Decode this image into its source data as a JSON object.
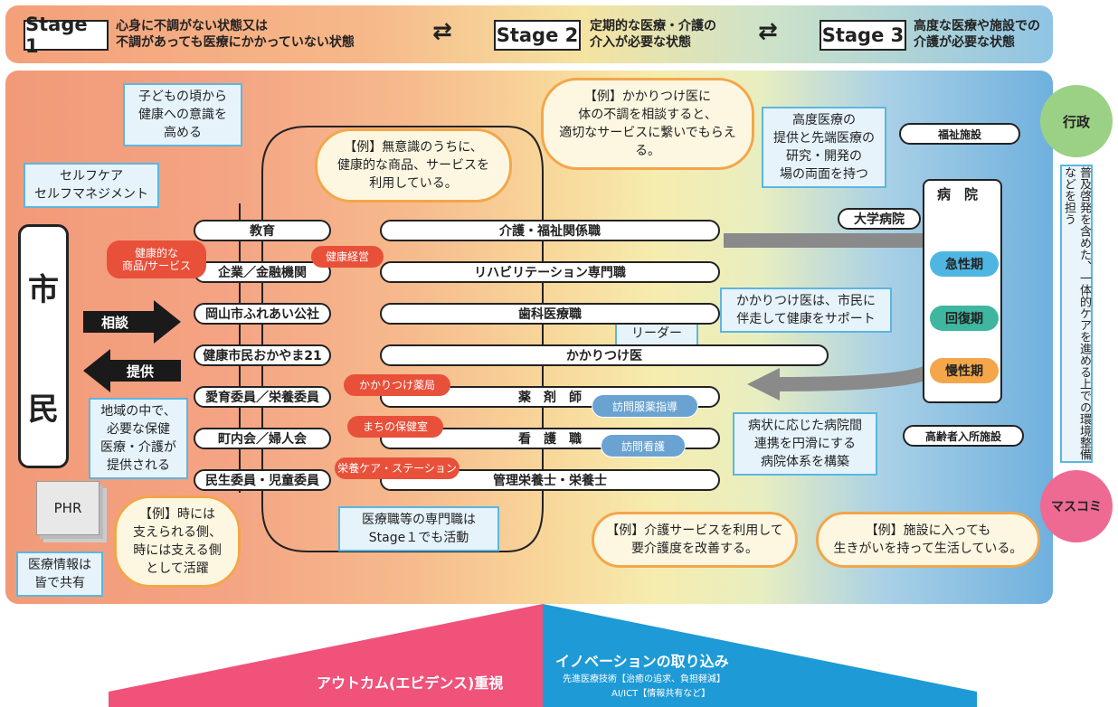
{
  "stages": [
    {
      "label": "Stage 1",
      "desc1": "心身に不調がない状態又は",
      "desc2": "不調があっても医療にかかっていない状態"
    },
    {
      "label": "Stage 2",
      "desc1": "定期的な医療・介護の",
      "desc2": "介入が必要な状態"
    },
    {
      "label": "Stage 3",
      "desc1": "高度な医療や施設での",
      "desc2": "介護が必要な状態"
    }
  ],
  "swap_glyph": "⇄",
  "citizen": {
    "char1": "市",
    "char2": "民"
  },
  "arrows": {
    "consult": "相談",
    "provide": "提供"
  },
  "callouts": {
    "childhood": "子どもの頃から\n健康への意識を\n高める",
    "selfcare1": "セルフケア",
    "selfcare2": "セルフマネジメント",
    "community": "地域の中で、\n必要な保健\n医療・介護が\n提供される",
    "phr_share": "医療情報は\n皆で共有",
    "professionals": "医療職等の専門職は\nStage１でも活動",
    "university": "高度医療の\n提供と先端医療の\n研究・開発の\n場の両面を持つ",
    "family_doctor": "かかりつけ医は、市民に\n伴走して健康をサポート",
    "leader": "リーダー",
    "hospital_link": "病状に応じた病院間\n連携を円滑にする\n病院体系を構築"
  },
  "clouds": {
    "unconscious": "【例】無意識のうちに、\n健康的な商品、サービスを\n利用している。",
    "consult": "【例】かかりつけ医に\n体の不調を相談すると、\n適切なサービスに繋いでもらえる。",
    "support": "【例】時には\n支えられる側、\n時には支える側\nとして活躍",
    "care_service": "【例】介護サービスを利用して\n要介護度を改善する。",
    "facility": "【例】施設に入っても\n生きがいを持って生活している。"
  },
  "left_items": [
    "教育",
    "企業／金融機関",
    "岡山市ふれあい公社",
    "健康市民おかやま21",
    "愛育委員／栄養委員",
    "町内会／婦人会",
    "民生委員・児童委員"
  ],
  "right_items": [
    "介護・福祉関係職",
    "リハビリテーション専門職",
    "歯科医療職",
    "かかりつけ医",
    "薬　剤　師",
    "看　護　職",
    "管理栄養士・栄養士"
  ],
  "red_tags": {
    "healthy_products": "健康的な\n商品/サービス",
    "health_mgmt": "健康経営",
    "pharmacy": "かかりつけ薬局",
    "health_room": "まちの保健室",
    "nutrition": "栄養ケア・ステーション"
  },
  "blue_tags": {
    "visit_pharma": "訪問服薬指導",
    "visit_nursing": "訪問看護"
  },
  "phr": "PHR",
  "hospital": {
    "title": "病　院",
    "univ": "大学病院",
    "acute": "急性期",
    "recovery": "回復期",
    "chronic": "慢性期"
  },
  "facilities": {
    "welfare": "福祉施設",
    "elderly": "高齢者入所施設"
  },
  "side": {
    "admin": "行政",
    "media": "マスコミ",
    "vertical": "普及啓発を含めた、一体的ケアを進める上での環境整備などを担う"
  },
  "bottom": {
    "outcome": "アウトカム(エビデンス)重視",
    "innovation": "イノベーションの取り込み",
    "tech1": "先進医療技術【治癒の追求、負担軽減】",
    "tech2": "AI/ICT【情報共有など】"
  },
  "colors": {
    "red": "#e8503a",
    "blue_tag": "#6aa3d2",
    "acute": "#4fb6e2",
    "recovery": "#3fb6a0",
    "chronic": "#f4a64a",
    "admin": "#9bd185",
    "media": "#ee6a93",
    "bottom_left": "#f0527a",
    "bottom_right": "#1e9ad6"
  }
}
